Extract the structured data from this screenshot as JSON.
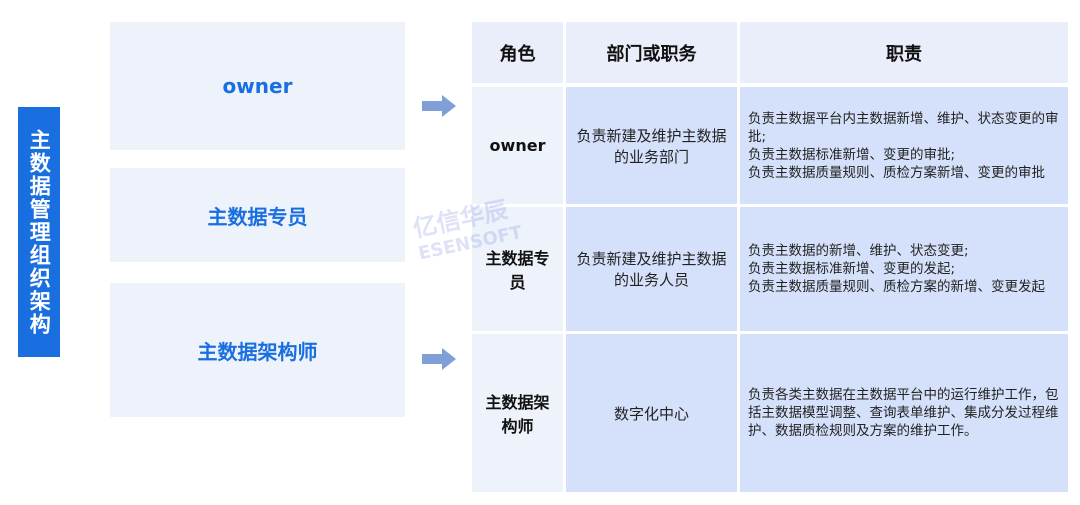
{
  "title": "主数据管理组织架构",
  "roles_boxes": [
    "owner",
    "主数据专员",
    "主数据架构师"
  ],
  "table": {
    "headers": [
      "角色",
      "部门或职务",
      "职责"
    ],
    "rows": [
      {
        "role": "owner",
        "dept": "负责新建及维护主数据的业务部门",
        "duties": [
          "负责主数据平台内主数据新增、维护、状态变更的审批;",
          "负责主数据标准新增、变更的审批;",
          "负责主数据质量规则、质检方案新增、变更的审批"
        ]
      },
      {
        "role": "主数据专员",
        "dept": "负责新建及维护主数据的业务人员",
        "duties": [
          "负责主数据的新增、维护、状态变更;",
          "负责主数据标准新增、变更的发起;",
          "负责主数据质量规则、质检方案的新增、变更发起"
        ]
      },
      {
        "role": "主数据架构师",
        "dept": "数字化中心",
        "duties": [
          "负责各类主数据在主数据平台中的运行维护工作，包括主数据模型调整、查询表单维护、集成分发过程维护、数据质检规则及方案的维护工作。"
        ]
      }
    ]
  },
  "watermark": {
    "cn": "亿信华辰",
    "en": "ESENSOFT"
  },
  "colors": {
    "accent": "#1a6fe0",
    "cell": "#d5e1fb",
    "light": "#eef2fb"
  }
}
